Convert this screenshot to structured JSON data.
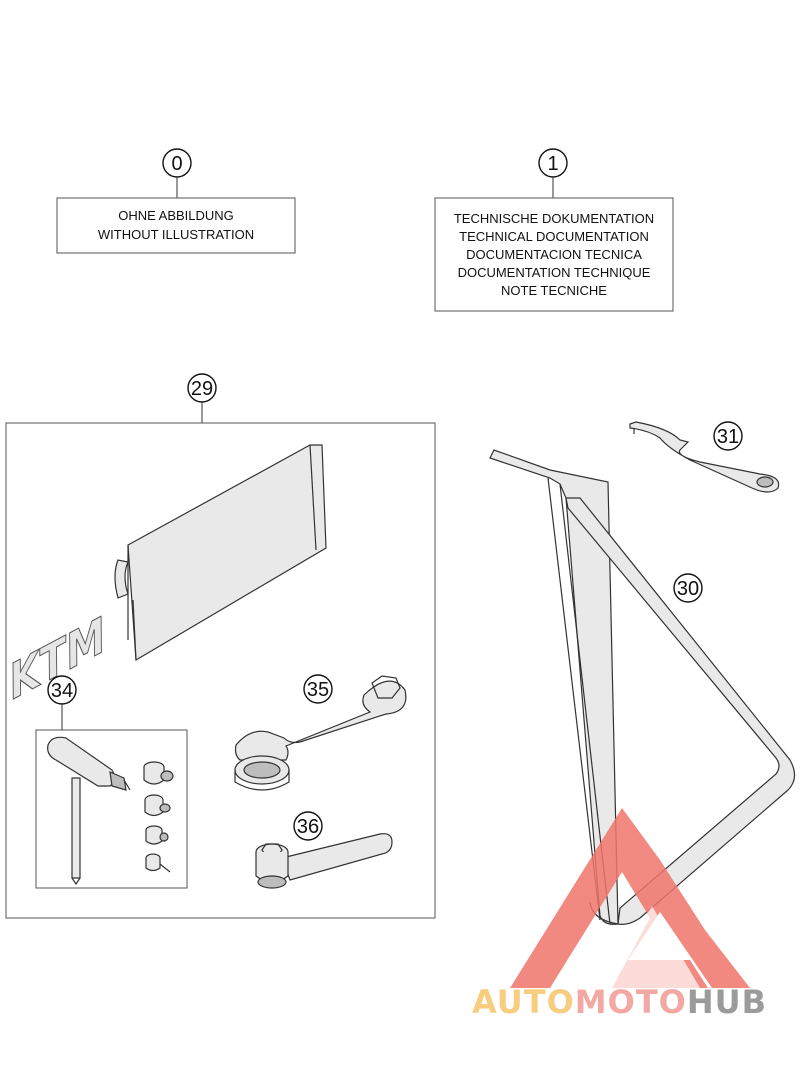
{
  "callouts": {
    "c0": "0",
    "c1": "1",
    "c29": "29",
    "c30": "30",
    "c31": "31",
    "c34": "34",
    "c35": "35",
    "c36": "36"
  },
  "labels": {
    "no_illustration": [
      "OHNE ABBILDUNG",
      "WITHOUT ILLUSTRATION"
    ],
    "technical_docs": [
      "TECHNISCHE DOKUMENTATION",
      "TECHNICAL DOCUMENTATION",
      "DOCUMENTACION TECNICA",
      "DOCUMENTATION TECHNIQUE",
      "NOTE TECNICHE"
    ]
  },
  "pouch_logo": "KTM",
  "watermark": {
    "part1": "AUTO",
    "part2": "MOTO",
    "part3": "HUB",
    "color1": "#f6c56a",
    "color2": "#f29a94",
    "color3": "#8a8a8a",
    "triangle_color": "#f0756b"
  }
}
